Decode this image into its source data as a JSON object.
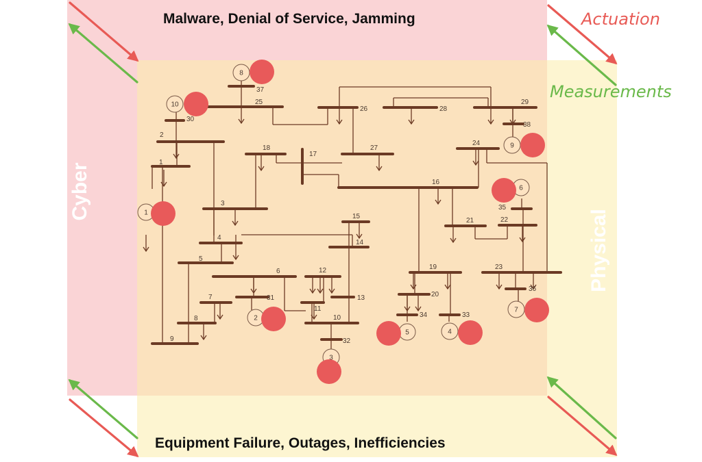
{
  "labels": {
    "cyber_threats": "Malware, Denial of Service, Jamming",
    "physical_threats": "Equipment Failure, Outages, Inefficiencies",
    "cyber": "Cyber",
    "physical": "Physical",
    "actuation": "Actuation",
    "measurements": "Measurements"
  },
  "colors": {
    "cyber_region": "#f4a0a5",
    "physical_region": "#fcecac",
    "bus_line": "#6b3a24",
    "attack_marker": "#e85a5a",
    "actuation_arrow": "#e85a55",
    "measurement_arrow": "#6ab94a"
  },
  "buses": [
    "1",
    "2",
    "3",
    "4",
    "5",
    "6",
    "7",
    "8",
    "9",
    "10",
    "11",
    "12",
    "13",
    "14",
    "15",
    "16",
    "17",
    "18",
    "19",
    "20",
    "21",
    "22",
    "23",
    "24",
    "25",
    "26",
    "27",
    "28",
    "29",
    "30",
    "31",
    "32",
    "33",
    "34",
    "35",
    "36",
    "37",
    "38"
  ],
  "generators": [
    "1",
    "2",
    "3",
    "4",
    "5",
    "6",
    "7",
    "8",
    "9",
    "10"
  ]
}
